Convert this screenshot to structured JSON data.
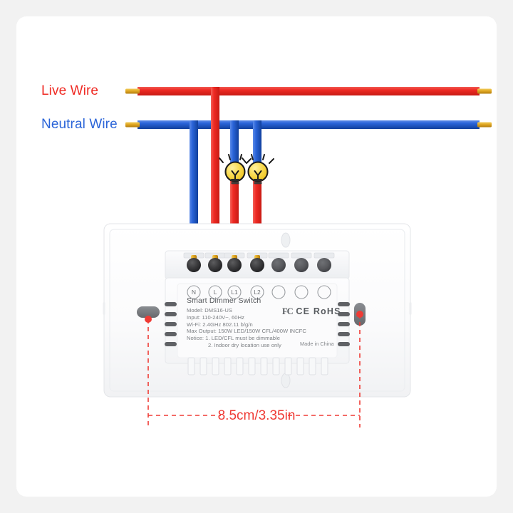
{
  "page": {
    "background": "#f2f2f2",
    "card_background": "#ffffff"
  },
  "colors": {
    "live": "#ef2b24",
    "neutral": "#2a64d8",
    "copper": "#e8b024",
    "dimension": "#ef3b35",
    "bulb": "#f7d84a",
    "device_text": "#7c7f83"
  },
  "labels": {
    "live_wire": "Live Wire",
    "neutral_wire": "Neutral Wire"
  },
  "dimension": {
    "value": "8.5cm/3.35in"
  },
  "device": {
    "title": "Smart Dimmer Switch",
    "specs": [
      "Model: DMS16-US",
      "Input: 110-240V~, 60Hz",
      "Wi-Fi: 2.4GHz 802.11 b/g/n",
      "Max Output: 150W LED/150W CFL/400W INCFC"
    ],
    "notice_line1": "Notice: 1. LED/CFL must be dimmable",
    "notice_line2": "2. Indoor dry location use only",
    "certifications": "FC CE RoHS",
    "cert_fc": "FC",
    "cert_ce": "CE",
    "cert_rohs": "RoHS",
    "origin": "Made in China",
    "terminals": [
      {
        "label": "N",
        "wired": true,
        "wire": "neutral"
      },
      {
        "label": "L",
        "wired": true,
        "wire": "live"
      },
      {
        "label": "L1",
        "wired": true,
        "wire": "live"
      },
      {
        "label": "L2",
        "wired": true,
        "wire": "live"
      },
      {
        "label": "",
        "wired": false,
        "wire": null
      },
      {
        "label": "",
        "wired": false,
        "wire": null
      },
      {
        "label": "",
        "wired": false,
        "wire": null
      }
    ]
  },
  "bulbs": [
    {
      "name": "lamp-1"
    },
    {
      "name": "lamp-2"
    }
  ]
}
